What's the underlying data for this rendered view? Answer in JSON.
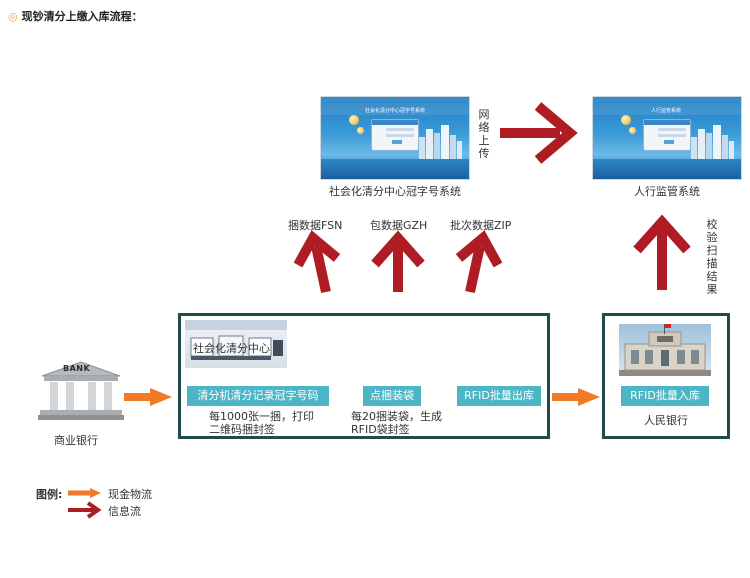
{
  "title": {
    "bullet": "◎",
    "text": "现钞清分上缴入库流程："
  },
  "screens": {
    "left": {
      "header": "社会化清分中心冠字号系统",
      "caption": "社会化清分中心冠字号系统"
    },
    "right": {
      "header": "人行监管系统",
      "caption": "人行监管系统"
    }
  },
  "labels": {
    "network_upload": "网络上传",
    "verify_scan": "校验扫描结果",
    "fsn": "捆数据FSN",
    "gzh": "包数据GZH",
    "zip": "批次数据ZIP"
  },
  "bank": {
    "sign": "BANK",
    "caption": "商业银行"
  },
  "center_box": {
    "center_name": "社会化清分中心",
    "step1": "清分机清分记录冠字号码",
    "step2": "点捆装袋",
    "step3": "RFID批量出库",
    "note1_line1": "每1000张一捆，打印",
    "note1_line2": "二维码捆封签",
    "note2_line1": "每20捆装袋，生成",
    "note2_line2": "RFID袋封签"
  },
  "pboc_box": {
    "step": "RFID批量入库",
    "caption": "人民银行"
  },
  "legend": {
    "title": "图例:",
    "cash_flow": "现金物流",
    "info_flow": "信息流"
  },
  "colors": {
    "orange_arrow": "#f07a28",
    "red_arrow": "#b01c24",
    "box_border": "#1f4b4b",
    "step_fill": "#4cb6c6"
  }
}
